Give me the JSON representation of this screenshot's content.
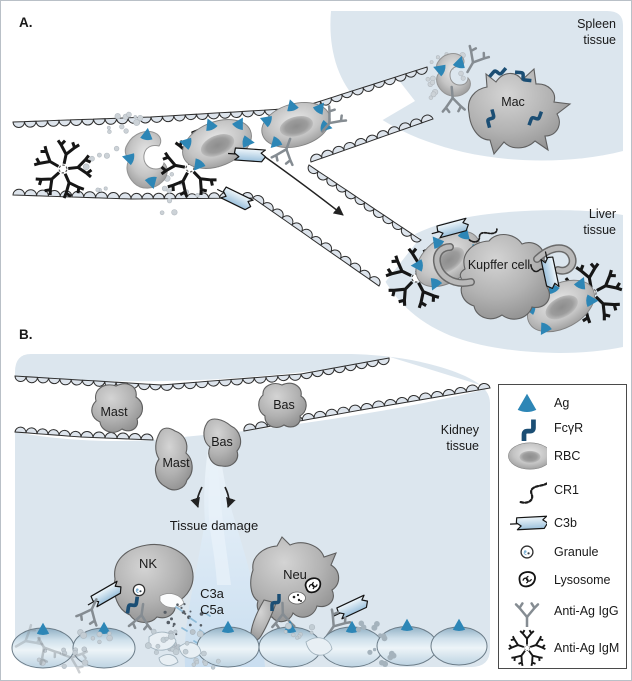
{
  "figure": {
    "panel_a": "A.",
    "panel_b": "B."
  },
  "tissues": {
    "spleen": "Spleen tissue",
    "liver": "Liver tissue",
    "kidney": "Kidney tissue"
  },
  "cells": {
    "mac": "Mac",
    "kupffer": "Kupffer cell",
    "mast_in_vessel": "Mast",
    "bas_in_vessel": "Bas",
    "mast_migrating": "Mast",
    "bas_migrating": "Bas",
    "nk": "NK",
    "neu": "Neu"
  },
  "labels": {
    "tissue_damage": "Tissue damage",
    "c3a": "C3a",
    "c5a": "C5a"
  },
  "legend": {
    "items": [
      {
        "id": "ag",
        "label": "Ag"
      },
      {
        "id": "fcgr",
        "label": "FcγR"
      },
      {
        "id": "rbc",
        "label": "RBC"
      },
      {
        "id": "cr1",
        "label": "CR1"
      },
      {
        "id": "c3b",
        "label": "C3b"
      },
      {
        "id": "granule",
        "label": "Granule"
      },
      {
        "id": "lysosome",
        "label": "Lysosome"
      },
      {
        "id": "anti-ag-igg",
        "label": "Anti-Ag IgG"
      },
      {
        "id": "anti-ag-igm",
        "label": "Anti-Ag IgM"
      }
    ]
  },
  "colors": {
    "tissue_fill": "#dce6ee",
    "antigen_blue": "#2d86b6",
    "receptor_blue": "#1b4e74",
    "stream_blue": "#cfe3f4",
    "cell_gray": "#aeaeae"
  }
}
